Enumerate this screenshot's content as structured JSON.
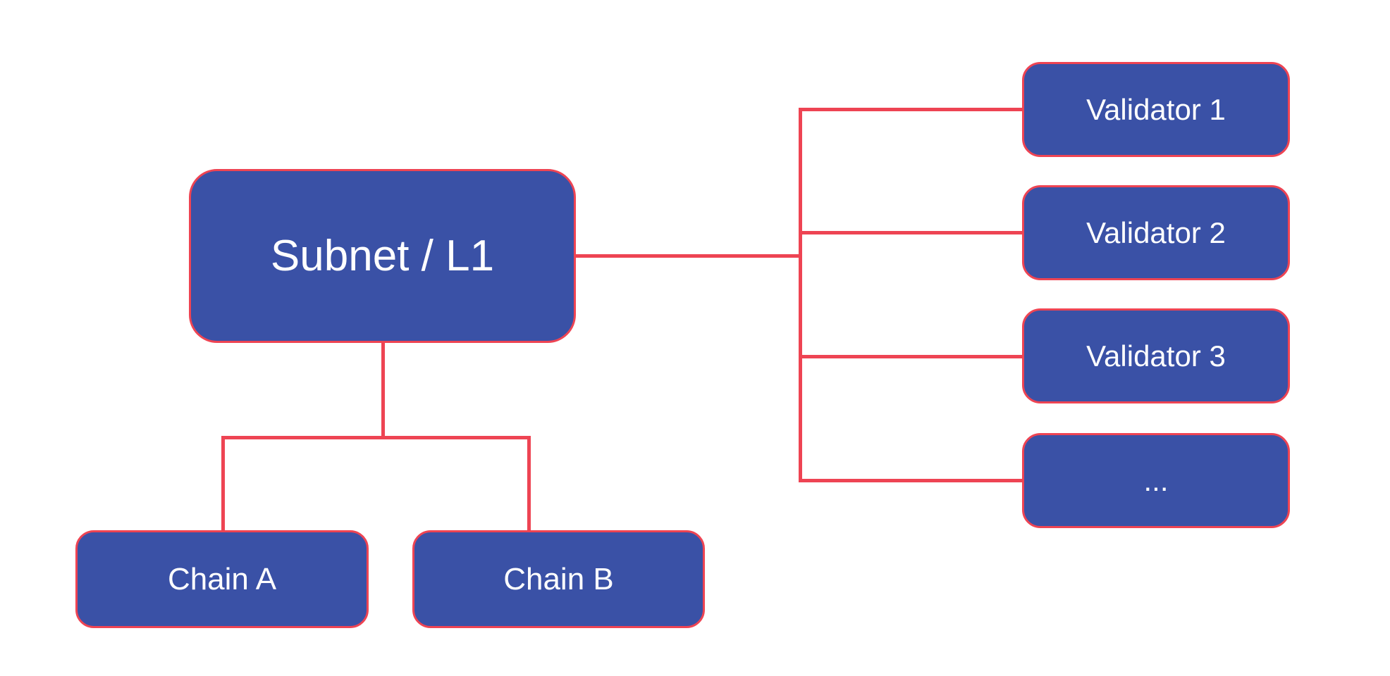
{
  "diagram": {
    "nodes": {
      "subnet": {
        "label": "Subnet / L1"
      },
      "chain_a": {
        "label": "Chain A"
      },
      "chain_b": {
        "label": "Chain B"
      },
      "validators": [
        {
          "label": "Validator 1"
        },
        {
          "label": "Validator 2"
        },
        {
          "label": "Validator 3"
        },
        {
          "label": "..."
        }
      ]
    },
    "colors": {
      "background": "#FFFFFF",
      "node_fill": "#3A51A6",
      "node_border": "#EE4453",
      "connector": "#EE4453",
      "node_text": "#FFFFFF"
    }
  }
}
